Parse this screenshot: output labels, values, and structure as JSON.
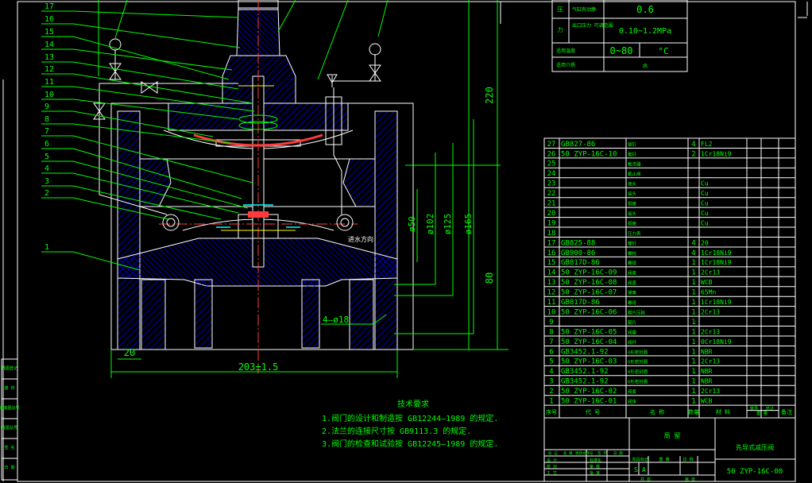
{
  "colors": {
    "background": "#000000",
    "line": "#ffffff",
    "text": "#00ff00",
    "leader": "#00ff00",
    "hatch": "#0000ff",
    "center": "#ff3b3b",
    "phantom": "#ffff00",
    "accent": "#00ffff",
    "chip": "#ff3b3b"
  },
  "part_callouts": [
    "1",
    "2",
    "3",
    "4",
    "5",
    "6",
    "7",
    "8",
    "9",
    "10",
    "11",
    "12",
    "13",
    "14",
    "15",
    "16",
    "17"
  ],
  "dimensions": {
    "height_top": "220",
    "height_bottom": "80",
    "width_overall": "203±1.5",
    "width_foot": "20",
    "dia_50": "ø50",
    "dia_102": "ø102",
    "dia_125": "ø125",
    "dia_165": "ø165",
    "bolt_holes": "4—ø18",
    "flow_note": "进水方向"
  },
  "spec_table": {
    "rows": [
      {
        "group": "压",
        "label": "气缸有动静",
        "value": "0.6",
        "unit": ""
      },
      {
        "group": "力",
        "label": "出口压力 可调范围",
        "value": "0.10~1.2MPa",
        "unit": ""
      },
      {
        "group": "",
        "label": "适用温度",
        "value": "0~80",
        "unit": "°C"
      },
      {
        "group": "",
        "label": "适用介质",
        "value": "水",
        "unit": ""
      }
    ]
  },
  "bom": {
    "rows": [
      {
        "no": "27",
        "code": "GB827-86",
        "name": "铆钉",
        "qty": "4",
        "material": "FL2"
      },
      {
        "no": "26",
        "code": "50 ZYP-16C-10",
        "name": "推杆",
        "qty": "2",
        "material": "1Cr18Ni9"
      },
      {
        "no": "25",
        "code": "",
        "name": "截流器",
        "qty": "",
        "material": ""
      },
      {
        "no": "24",
        "code": "",
        "name": "截止阀",
        "qty": "",
        "material": ""
      },
      {
        "no": "23",
        "code": "",
        "name": "接头",
        "qty": "",
        "material": "Cu"
      },
      {
        "no": "22",
        "code": "",
        "name": "接头",
        "qty": "",
        "material": "Cu"
      },
      {
        "no": "21",
        "code": "",
        "name": "铜管",
        "qty": "",
        "material": "Cu"
      },
      {
        "no": "20",
        "code": "",
        "name": "接头",
        "qty": "",
        "material": "Cu"
      },
      {
        "no": "19",
        "code": "",
        "name": "铜管",
        "qty": "",
        "material": "Cu"
      },
      {
        "no": "18",
        "code": "",
        "name": "压力表",
        "qty": "",
        "material": ""
      },
      {
        "no": "17",
        "code": "GB825-88",
        "name": "螺钉",
        "qty": "4",
        "material": "20"
      },
      {
        "no": "16",
        "code": "GB900-86",
        "name": "螺栓",
        "qty": "4",
        "material": "1Cr18Ni9"
      },
      {
        "no": "15",
        "code": "GB817D-86",
        "name": "螺母",
        "qty": "1",
        "material": "1Cr18Ni9"
      },
      {
        "no": "14",
        "code": "50 ZYP-16C-09",
        "name": "阀座",
        "qty": "1",
        "material": "2Cr13"
      },
      {
        "no": "13",
        "code": "50 ZYP-16C-08",
        "name": "阀盖",
        "qty": "1",
        "material": "WCB"
      },
      {
        "no": "12",
        "code": "50 ZYP-16C-07",
        "name": "弹簧",
        "qty": "1",
        "material": "65Mn"
      },
      {
        "no": "11",
        "code": "GB817D-86",
        "name": "螺母",
        "qty": "1",
        "material": "1Cr18Ni9"
      },
      {
        "no": "10",
        "code": "50 ZYP-16C-06",
        "name": "膜片压板",
        "qty": "1",
        "material": "2Cr13"
      },
      {
        "no": "9",
        "code": "",
        "name": "膜片",
        "qty": "1",
        "material": ""
      },
      {
        "no": "8",
        "code": "50 ZYP-16C-05",
        "name": "阀瓣",
        "qty": "1",
        "material": "2Cr13"
      },
      {
        "no": "7",
        "code": "50 ZYP-16C-04",
        "name": "阀杆",
        "qty": "1",
        "material": "0Cr18Ni9"
      },
      {
        "no": "6",
        "code": "GB3452.1-92",
        "name": "O形密封圈",
        "qty": "1",
        "material": "NBR"
      },
      {
        "no": "5",
        "code": "50 ZYP-16C-03",
        "name": "O形密封圈",
        "qty": "1",
        "material": "2Cr13"
      },
      {
        "no": "4",
        "code": "GB3452.1-92",
        "name": "O形密封圈",
        "qty": "1",
        "material": "NBR"
      },
      {
        "no": "3",
        "code": "GB3452.1-92",
        "name": "O形密封圈",
        "qty": "1",
        "material": "NBR"
      },
      {
        "no": "2",
        "code": "50 ZYP-16C-02",
        "name": "阀套",
        "qty": "1",
        "material": "2Cr13"
      },
      {
        "no": "1",
        "code": "50 ZYP-16C-01",
        "name": "阀体",
        "qty": "1",
        "material": "WCB"
      }
    ],
    "headers": {
      "no": "序号",
      "code": "代 号",
      "name": "名 称",
      "qty": "数量",
      "material": "材 料",
      "unit_weight": "单件",
      "total_weight": "总计",
      "weight": "重 量",
      "remark": "备注"
    }
  },
  "title_block": {
    "drawing_name": "先导式减压阀",
    "company": "局 留",
    "drawing_no": "50 ZYP-16C-00",
    "labels": [
      "标 记",
      "处 数",
      "更改文件号",
      "签 字",
      "日 期"
    ],
    "labels2": [
      "设 计",
      "标准化",
      "校 对",
      "审 核",
      "工 艺",
      "批 准"
    ],
    "stage_label": "阶段标记",
    "weight_label": "重 量",
    "scale_label": "比 例",
    "stage_s": "S",
    "stage_a": "A",
    "sheet_a": "共 张",
    "sheet_b": "第 张"
  },
  "left_strip": [
    "描图登记",
    "描 校",
    "旧底图总号",
    "底图总号",
    "签 名",
    "日 期"
  ],
  "tech_req": {
    "title": "技术要求",
    "items": [
      "1.阀门的设计和制造按 GB12244—1989 的规定.",
      "2.法兰的连接尺寸按 GB9113.3 的规定.",
      "3.阀门的检查和试验按 GB12245—1989 的规定."
    ]
  }
}
